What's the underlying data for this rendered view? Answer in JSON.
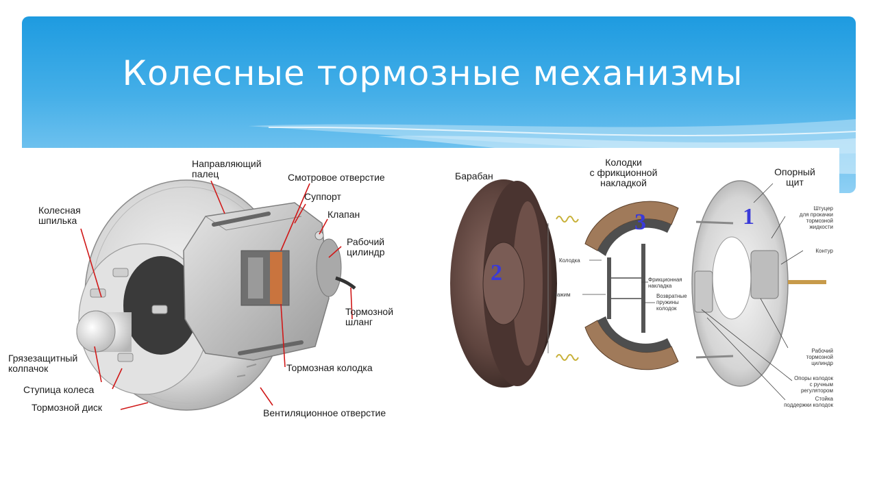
{
  "slide": {
    "title": "Колесные тормозные механизмы"
  },
  "disc_brake": {
    "labels": {
      "guide_pin": "Направляющий\nпалец",
      "inspection_hole": "Смотровое отверстие",
      "caliper": "Суппорт",
      "valve": "Клапан",
      "wheel_cylinder": "Рабочий\nцилиндр",
      "wheel_stud": "Колесная\nшпилька",
      "brake_hose": "Тормозной\nшланг",
      "dust_cap": "Грязезащитный\nколпачок",
      "brake_pad": "Тормозная колодка",
      "wheel_hub": "Ступица колеса",
      "brake_disc": "Тормозной диск",
      "vent_hole": "Вентиляционное отверстие"
    }
  },
  "drum_brake": {
    "labels": {
      "drum": "Барабан",
      "shoes_with_lining": "Колодки\nс фрикционной\nнакладкой",
      "backing_plate": "Опорный\nщит",
      "bleeder": "Штуцер\nдля прокачки\nтормозной\nжидкости",
      "circuit": "Контур",
      "shoe": "Колодка",
      "clip": "Зажим",
      "friction_lining": "Фрикционная\nнакладка",
      "return_springs": "Возвратные\nпружины\nколодок",
      "wheel_brake_cylinder": "Рабочий\nтормозной\nцилиндр",
      "shoe_anchor": "Опоры колодок\nс ручным\nрегулятором",
      "shoe_support": "Стойка\nподдержки колодок"
    },
    "numbers": {
      "backing_plate": "1",
      "drum": "2",
      "shoes": "3"
    }
  },
  "colors": {
    "banner_top": "#1e9be0",
    "banner_bottom": "#8fd0f4",
    "number_blue": "#3a3ad8",
    "leader_red": "#d01818"
  }
}
